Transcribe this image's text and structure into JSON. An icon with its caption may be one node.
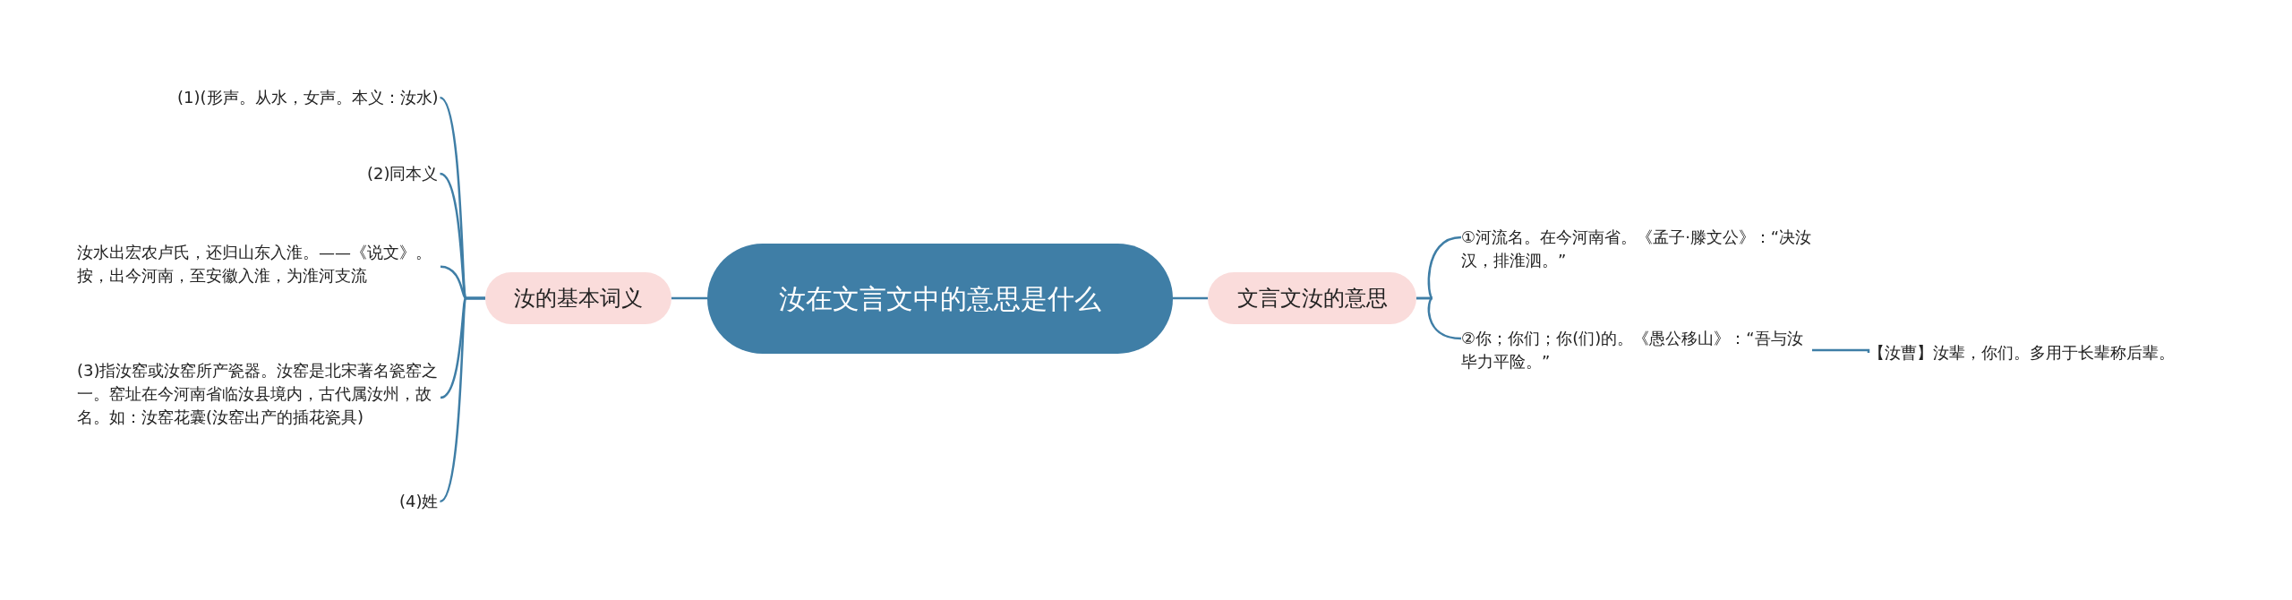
{
  "diagram": {
    "nodes": [
      {
        "text": [
          "汝在文言文中的意思是什么"
        ]
      },
      {
        "text": [
          "汝的基本词义"
        ]
      },
      {
        "text": [
          "(1)(形声。从水，女声。本义：汝水)"
        ]
      },
      {
        "text": [
          "(2)同本义"
        ]
      },
      {
        "text": [
          "汝水出宏农卢氏，还归山东入淮。——《说文》。按，出今河南，至安徽入淮，为淮河支流"
        ]
      },
      {
        "text": [
          "(3)指汝窑或汝窑所产瓷器。汝窑是北宋著名瓷窑之一。窑址在今河南省临汝县境内，古代属汝州，故名。如：汝窑花囊(汝窑出产的插花瓷具)"
        ]
      },
      {
        "text": [
          "(4)姓"
        ]
      },
      {
        "text": [
          "文言文汝的意思"
        ]
      },
      {
        "text": [
          "①河流名。在今河南省。《孟子·滕文公》：“决汝汉，排淮泗。”"
        ]
      },
      {
        "text": [
          "②你；你们；你(们)的。《愚公移山》：“吾与汝毕力平险。”"
        ]
      },
      {
        "text": [
          "【汝曹】汝辈，你们。多用于长辈称后辈。"
        ]
      }
    ],
    "edges": [
      {
        "from": 0,
        "to": 1,
        "arrow": "none"
      },
      {
        "from": 0,
        "to": 7,
        "arrow": "none"
      },
      {
        "from": 1,
        "to": 2,
        "arrow": "none"
      },
      {
        "from": 1,
        "to": 3,
        "arrow": "none"
      },
      {
        "from": 1,
        "to": 4,
        "arrow": "none"
      },
      {
        "from": 1,
        "to": 5,
        "arrow": "none"
      },
      {
        "from": 1,
        "to": 6,
        "arrow": "none"
      },
      {
        "from": 7,
        "to": 8,
        "arrow": "none"
      },
      {
        "from": 7,
        "to": 9,
        "arrow": "none"
      },
      {
        "from": 9,
        "to": 10,
        "arrow": "none"
      }
    ]
  }
}
